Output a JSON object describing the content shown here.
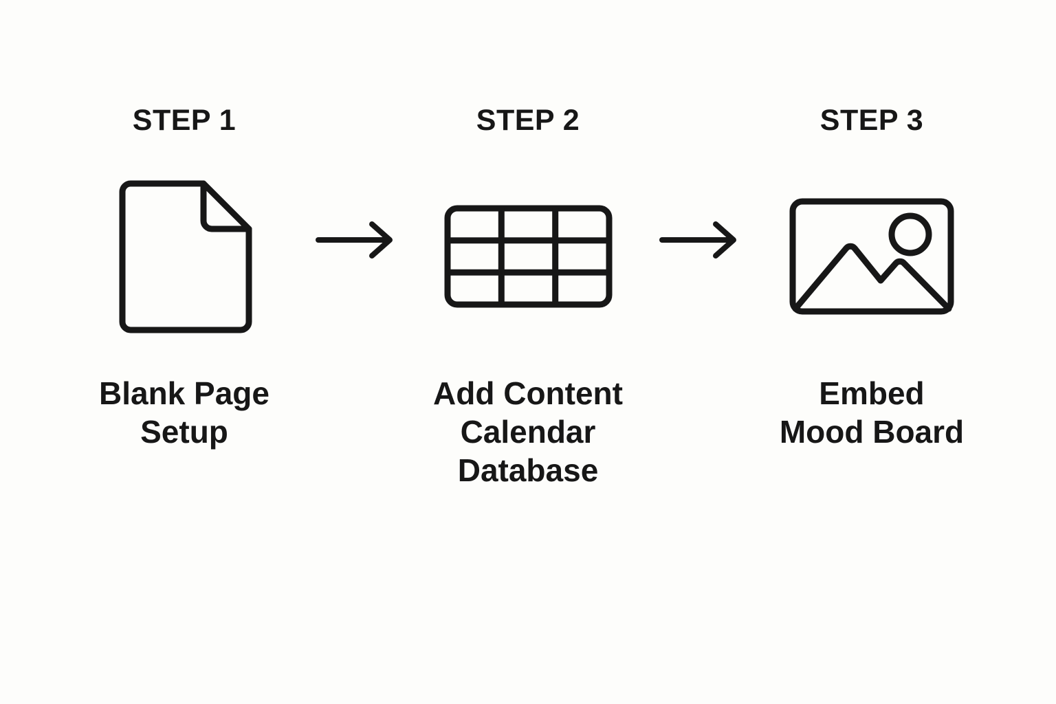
{
  "page": {
    "background_color": "#fdfdfb",
    "ink_color": "#171717",
    "title": "Three step process diagram"
  },
  "steps": [
    {
      "eyebrow": "STEP 1",
      "label": "Blank Page\nSetup",
      "icon": "document-page-icon"
    },
    {
      "eyebrow": "STEP 2",
      "label": "Add Content\nCalendar\nDatabase",
      "icon": "table-grid-icon"
    },
    {
      "eyebrow": "STEP 3",
      "label": "Embed\nMood Board",
      "icon": "image-placeholder-icon"
    }
  ],
  "connectors": [
    {
      "name": "arrow-right-icon-1"
    },
    {
      "name": "arrow-right-icon-2"
    }
  ]
}
